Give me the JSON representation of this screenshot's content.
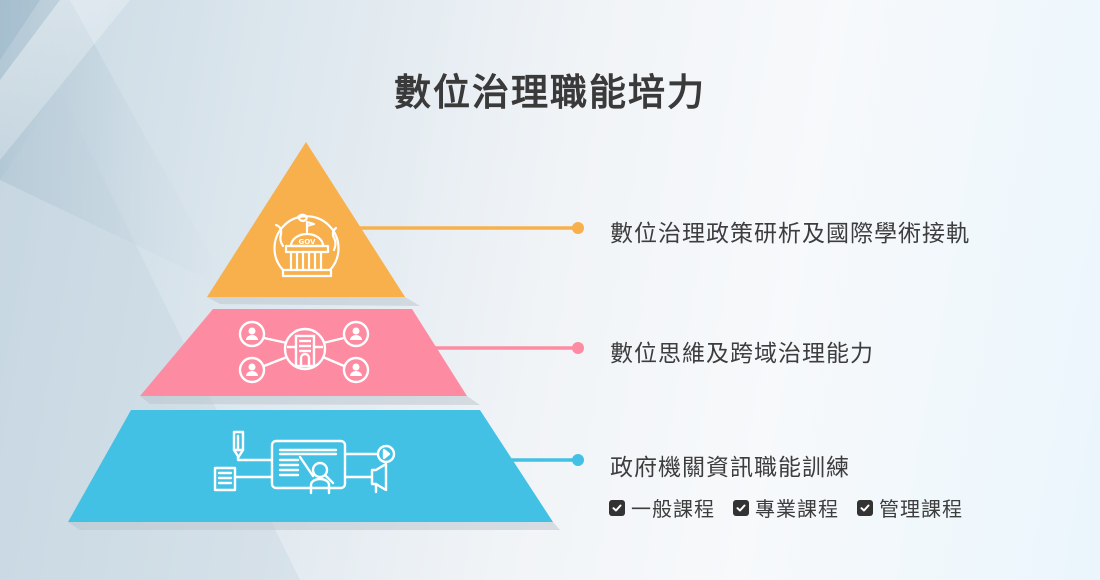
{
  "title": "數位治理職能培力",
  "colors": {
    "tier1": "#f8b04d",
    "tier2": "#fd8ba2",
    "tier3": "#43c1e4",
    "text": "#3d3d3d",
    "title": "#3a3a3a"
  },
  "tiers": [
    {
      "level": "top",
      "icon": "globe-government-building-icon",
      "icon_text": "GOV",
      "label": "數位治理政策研析及國際學術接軌"
    },
    {
      "level": "middle",
      "icon": "network-people-building-icon",
      "label": "數位思維及跨域治理能力"
    },
    {
      "level": "bottom",
      "icon": "teaching-presentation-icon",
      "label": "政府機關資訊職能訓練",
      "sub_items": [
        {
          "icon": "checkbox-checked-icon",
          "label": "一般課程"
        },
        {
          "icon": "checkbox-checked-icon",
          "label": "專業課程"
        },
        {
          "icon": "checkbox-checked-icon",
          "label": "管理課程"
        }
      ]
    }
  ]
}
